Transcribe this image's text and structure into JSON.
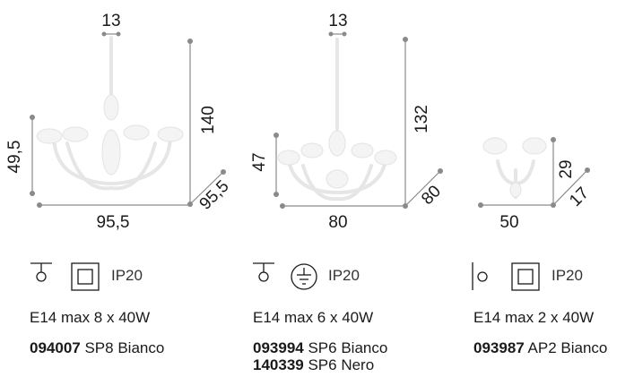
{
  "products": [
    {
      "dims": {
        "top": "13",
        "height": "140",
        "depth": "95,5",
        "width": "95,5",
        "lamp_height": "49,5"
      },
      "install_icon": "pendant-mount-icon",
      "class_icon": "double-insulation-icon",
      "ip": "IP20",
      "bulb": "E14 max 8 x 40W",
      "variants": [
        {
          "code": "094007",
          "name": "SP8 Bianco"
        }
      ]
    },
    {
      "dims": {
        "top": "13",
        "height": "132",
        "depth": "80",
        "width": "80",
        "lamp_height": "47"
      },
      "install_icon": "pendant-mount-icon",
      "class_icon": "earth-ground-icon",
      "ip": "IP20",
      "bulb": "E14 max 6 x 40W",
      "variants": [
        {
          "code": "093994",
          "name": "SP6 Bianco"
        },
        {
          "code": "140339",
          "name": "SP6 Nero"
        }
      ]
    },
    {
      "dims": {
        "height": "29",
        "depth": "17",
        "width": "50"
      },
      "install_icon": "wall-mount-icon",
      "class_icon": "double-insulation-icon",
      "ip": "IP20",
      "bulb": "E14 max 2 x 40W",
      "variants": [
        {
          "code": "093987",
          "name": "AP2 Bianco"
        }
      ]
    }
  ]
}
